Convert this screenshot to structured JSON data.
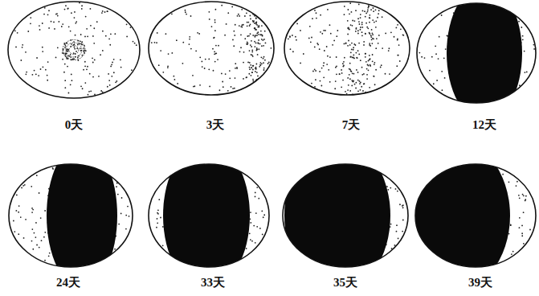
{
  "diagram": {
    "labels": [
      "0天",
      "3天",
      "7天",
      "12天",
      "24天",
      "33天",
      "35天",
      "39天"
    ]
  }
}
